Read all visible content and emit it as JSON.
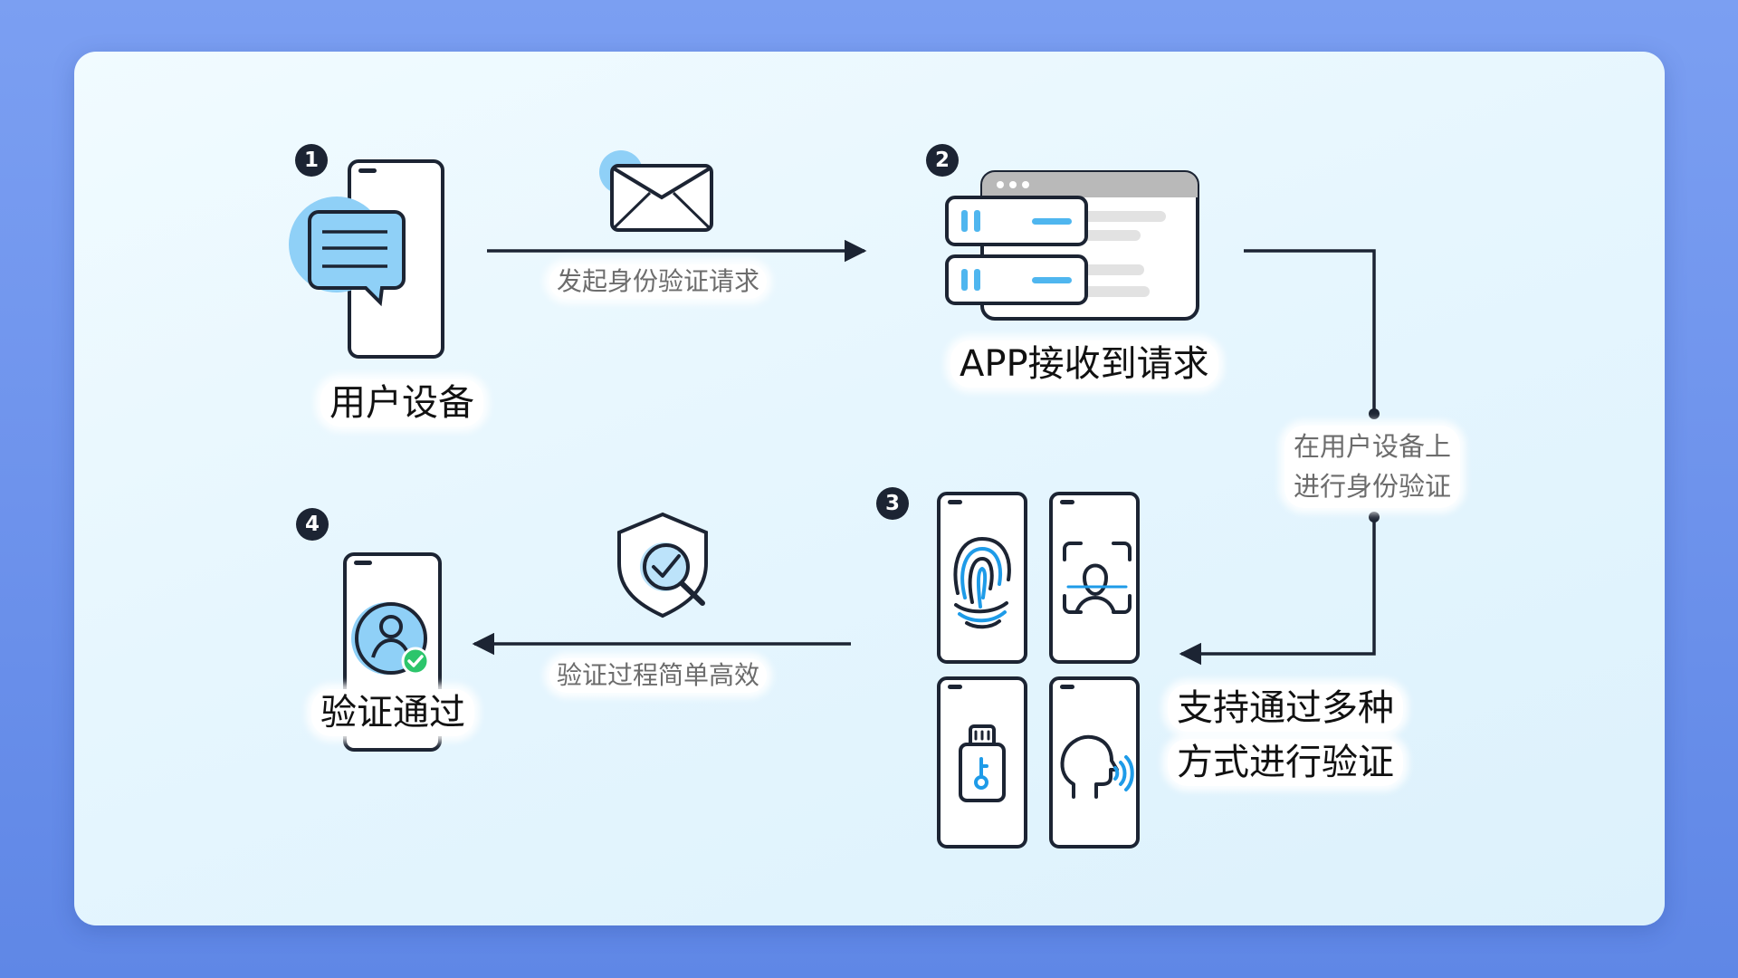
{
  "steps": {
    "s1": {
      "number": "1",
      "label": "用户设备"
    },
    "s2": {
      "number": "2",
      "label": "APP接收到请求"
    },
    "s3": {
      "number": "3",
      "label_line1": "支持通过多种",
      "label_line2": "方式进行验证"
    },
    "s4": {
      "number": "4",
      "label": "验证通过"
    }
  },
  "edges": {
    "e12": "发起身份验证请求",
    "e23_line1": "在用户设备上",
    "e23_line2": "进行身份验证",
    "e34": "验证过程简单高效"
  },
  "methods": [
    "fingerprint-icon",
    "face-scan-icon",
    "usb-key-icon",
    "voice-icon"
  ],
  "colors": {
    "accent": "#1e9be8",
    "accent_light": "#8fd0f7",
    "ink": "#1c2433"
  }
}
